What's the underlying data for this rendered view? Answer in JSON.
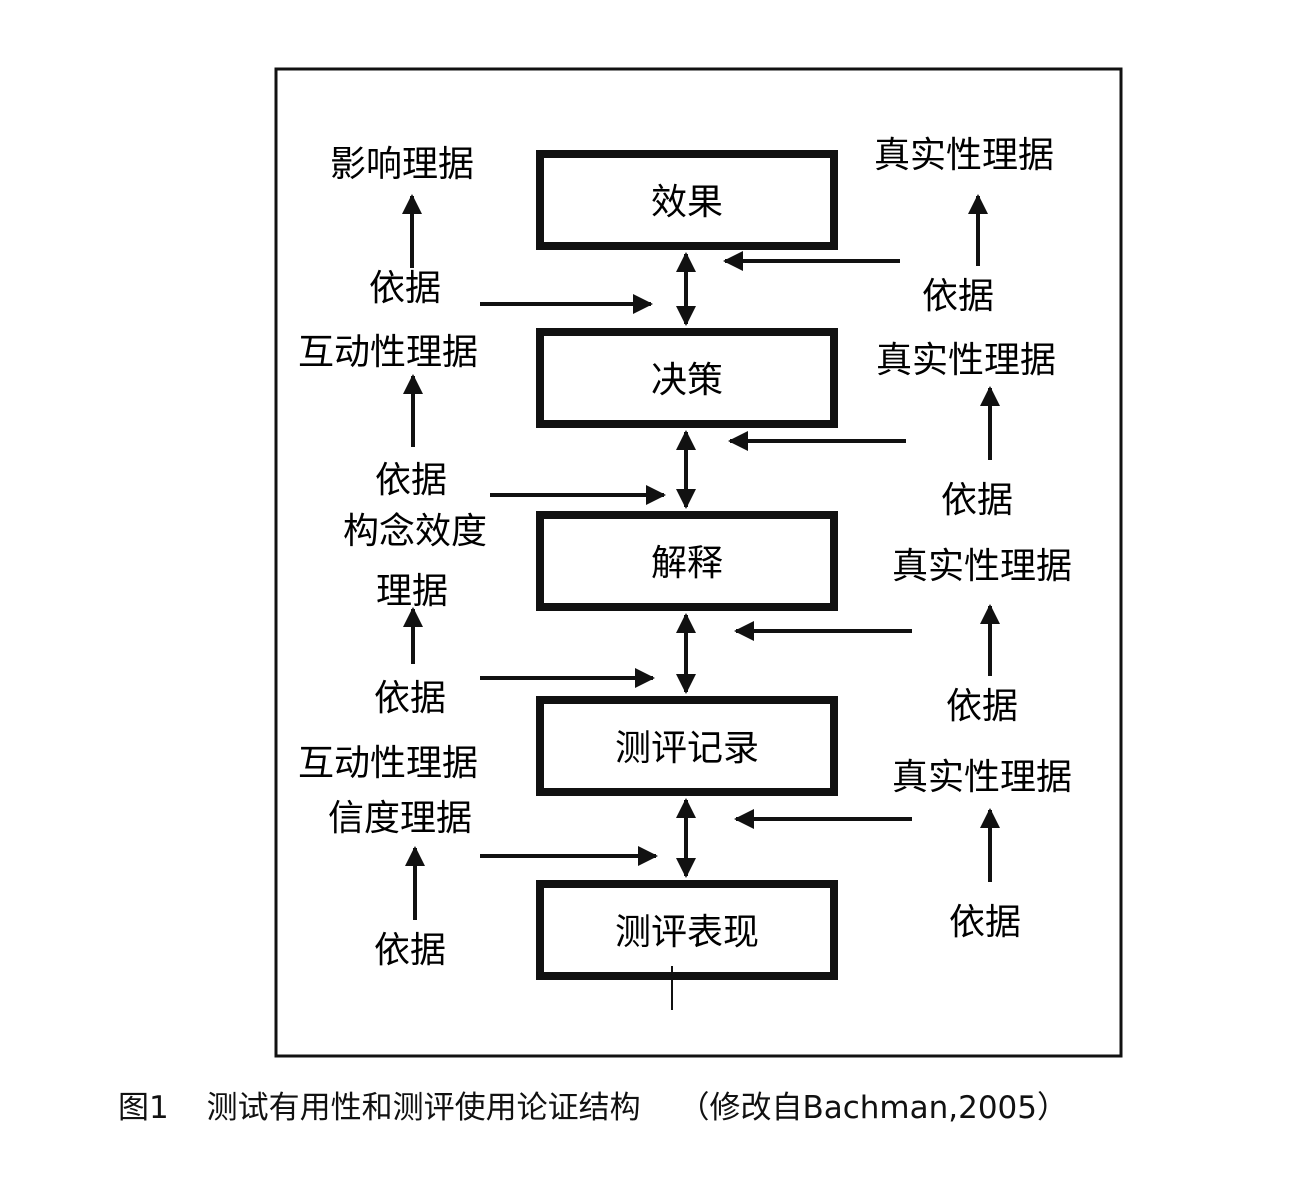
{
  "boxes": [
    {
      "id": "effect",
      "label": "效果"
    },
    {
      "id": "decision",
      "label": "决策"
    },
    {
      "id": "interpretation",
      "label": "解释"
    },
    {
      "id": "record",
      "label": "测评记录"
    },
    {
      "id": "performance",
      "label": "测评表现"
    }
  ],
  "left_labels": {
    "impact_rationale": "影响理据",
    "basis_1": "依据",
    "interaction_rationale_1": "互动性理据",
    "basis_2": "依据",
    "construct_validity_1": "构念效度",
    "construct_validity_2": "理据",
    "basis_3": "依据",
    "interaction_rationale_2": "互动性理据",
    "reliability_rationale": "信度理据",
    "basis_4": "依据"
  },
  "right_labels": {
    "authenticity_1": "真实性理据",
    "basis_1": "依据",
    "authenticity_2": "真实性理据",
    "basis_2": "依据",
    "authenticity_3": "真实性理据",
    "basis_3": "依据",
    "authenticity_4": "真实性理据",
    "basis_4": "依据"
  },
  "caption": {
    "figure_number": "图1",
    "title": "测试有用性和测评使用论证结构",
    "source": "（修改自Bachman,2005）"
  }
}
